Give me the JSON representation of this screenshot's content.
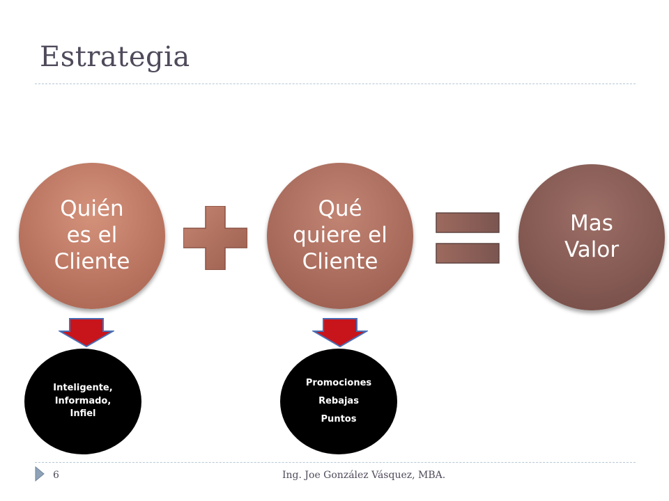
{
  "slide": {
    "title": "Estrategia",
    "page_number": "6",
    "footer": "Ing. Joe González Vásquez, MBA."
  },
  "diagram": {
    "circle_who": "Quién\nes el\nCliente",
    "circle_what": "Qué\nquiere el\nCliente",
    "circle_result": "Mas\nValor",
    "detail_who": "Inteligente,\nInformado,\nInfiel",
    "detail_what": "Promociones\nRebajas\nPuntos",
    "operator_plus": "plus-icon",
    "operator_equals": "equals-icon",
    "arrow_icon": "arrow-down-icon"
  },
  "colors": {
    "title": "#4f4a5a",
    "circle_who": "#b97460",
    "circle_what": "#a86a5b",
    "circle_result": "#835952",
    "detail_circle": "#000000",
    "arrow": "#c8141b",
    "arrow_border": "#4a6fb5",
    "operator": "#b06e5c",
    "rule": "#b6c6d4"
  }
}
